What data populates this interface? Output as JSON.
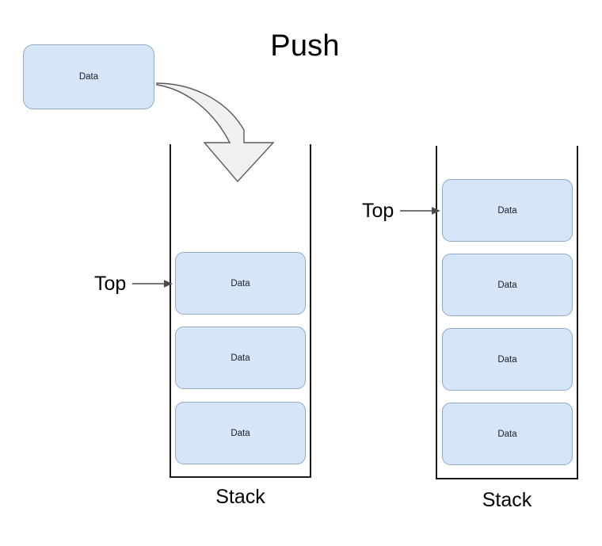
{
  "diagram": {
    "title": "Push",
    "type": "stack-push-illustration"
  },
  "incoming": {
    "box_label": "Data",
    "arrow_icon": "curved-down-arrow-icon"
  },
  "before_stack": {
    "caption": "Stack",
    "top_label": "Top",
    "top_arrow_icon": "arrow-right-icon",
    "items": [
      {
        "label": "Data"
      },
      {
        "label": "Data"
      },
      {
        "label": "Data"
      }
    ]
  },
  "after_stack": {
    "caption": "Stack",
    "top_label": "Top",
    "top_arrow_icon": "arrow-right-icon",
    "items": [
      {
        "label": "Data"
      },
      {
        "label": "Data"
      },
      {
        "label": "Data"
      },
      {
        "label": "Data"
      }
    ]
  },
  "colors": {
    "box_fill": "#d6e5f8",
    "box_border": "#8fa9c6",
    "stack_wall": "#1a1a1a",
    "arrow_fill": "#f0f0f0",
    "arrow_stroke": "#5a5a5a",
    "text": "#000000",
    "background": "#ffffff"
  }
}
